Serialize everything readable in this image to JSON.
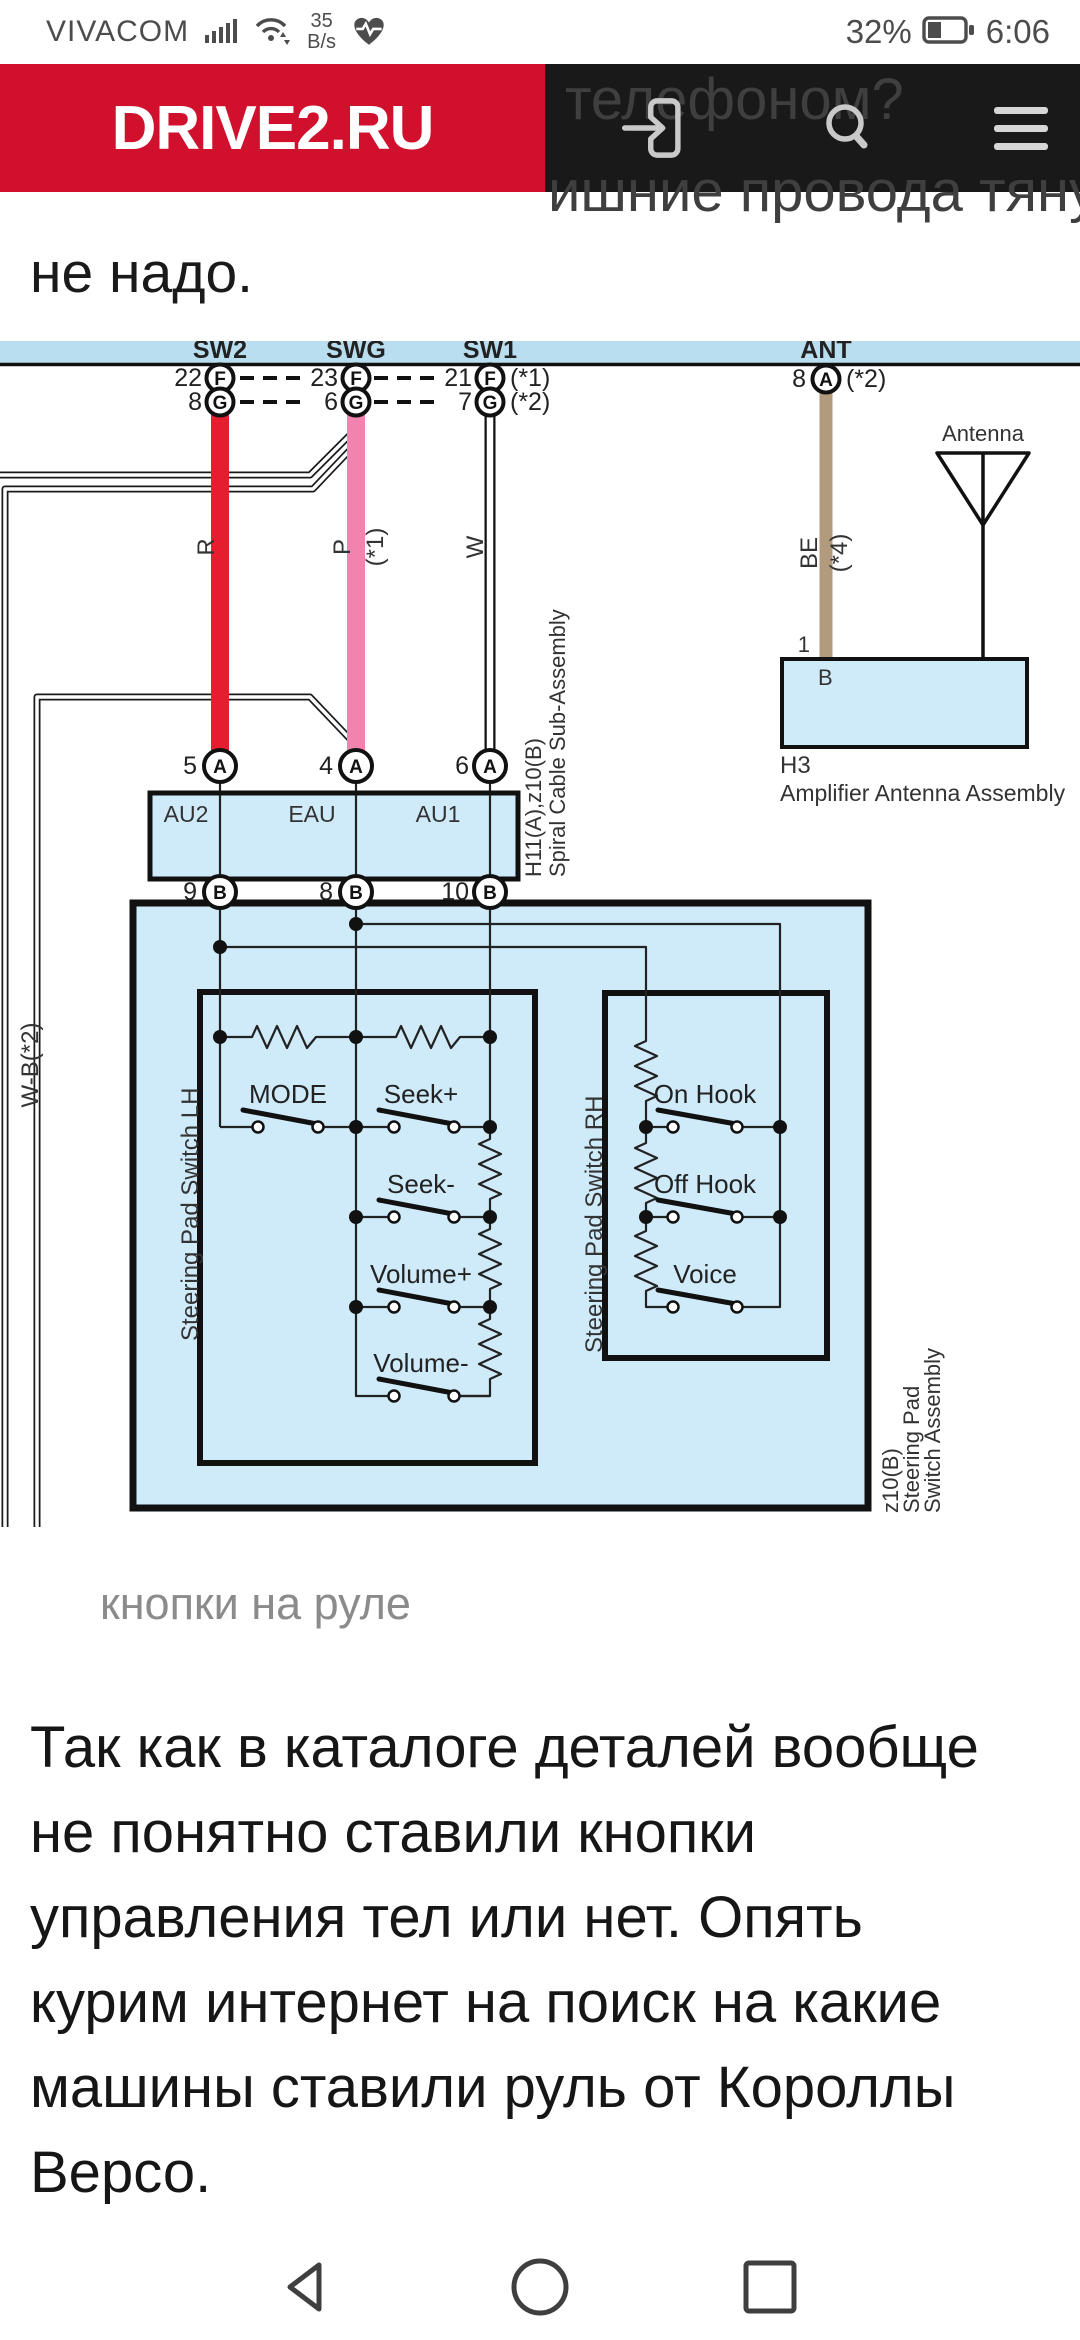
{
  "status_bar": {
    "carrier": "VIVACOM",
    "data_rate_value": "35",
    "data_rate_unit": "B/s",
    "battery_percent": "32%",
    "time": "6:06"
  },
  "header": {
    "logo": "DRIVE2.RU",
    "background_text_top": "телефоном?",
    "background_text_bottom": "ишние провода тянуть"
  },
  "intro_text": "не надо.",
  "diagram": {
    "band": {
      "sw2": "SW2",
      "swg": "SWG",
      "sw1": "SW1",
      "ant": "ANT"
    },
    "rows": {
      "f": {
        "letter": "F",
        "p1": "22",
        "p2": "23",
        "p3": "21",
        "note": "(*1)"
      },
      "g": {
        "letter": "G",
        "p1": "8",
        "p2": "6",
        "p3": "7",
        "note": "(*2)"
      },
      "ant": {
        "letter": "A",
        "pin": "8",
        "note": "(*2)"
      }
    },
    "wires": {
      "red": "R",
      "pink": "P",
      "pink_note": "(*1)",
      "white": "W",
      "tan": "BE",
      "tan_note": "(*4)",
      "shield": "W-B(*2)"
    },
    "antenna_label": "Antenna",
    "h3": {
      "code": "H3",
      "name": "Amplifier Antenna Assembly",
      "pin": "1",
      "terminal": "B"
    },
    "spiral": {
      "a_letter": "A",
      "b_letter": "B",
      "a_pins": [
        "5",
        "4",
        "6"
      ],
      "b_pins": [
        "9",
        "8",
        "10"
      ],
      "cells": [
        "AU2",
        "EAU",
        "AU1"
      ],
      "ref": "H11(A),z10(B)",
      "name": "Spiral Cable Sub-Assembly"
    },
    "lh_title": "Steering Pad Switch LH",
    "rh_title": "Steering Pad Switch RH",
    "lh_switches": [
      "MODE",
      "Seek+",
      "Seek-",
      "Volume+",
      "Volume-"
    ],
    "rh_switches": [
      "On Hook",
      "Off Hook",
      "Voice"
    ],
    "assembly": [
      "z10(B)",
      "Steering Pad",
      "Switch Assembly"
    ]
  },
  "caption": "кнопки на руле",
  "body": {
    "lines": [
      "Так как в каталоге деталей вообще",
      "не понятно ставили кнопки",
      "управления тел или нет. Опять",
      "курим интернет на поиск на какие",
      "машины ставили руль от Короллы",
      "Версо."
    ]
  },
  "icons": {
    "header": [
      "login-icon",
      "search-icon",
      "menu-icon"
    ],
    "status": [
      "signal-bars-icon",
      "wifi-icon",
      "heart-pulse-icon",
      "battery-icon"
    ],
    "nav": [
      "back-triangle-icon",
      "home-circle-icon",
      "recents-square-icon"
    ]
  },
  "colors": {
    "brand_red": "#d0102c",
    "wire_red": "#e51d2e",
    "wire_pink": "#f283ae",
    "wire_tan": "#b29a7d",
    "band_blue": "#b9def0",
    "box_fill": "#cfeaf9"
  }
}
